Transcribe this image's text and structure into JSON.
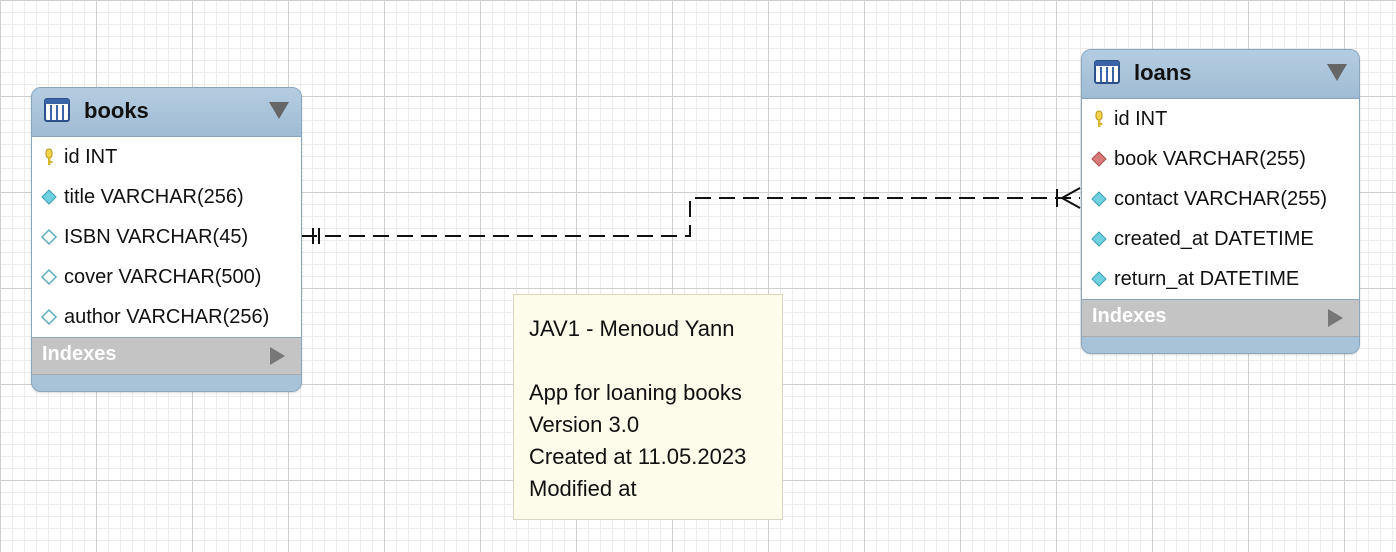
{
  "tables": {
    "books": {
      "name": "books",
      "columns": [
        {
          "label": "id INT",
          "icon": "primary-key-icon"
        },
        {
          "label": "title VARCHAR(256)",
          "icon": "not-null-column-icon"
        },
        {
          "label": "ISBN VARCHAR(45)",
          "icon": "nullable-column-icon"
        },
        {
          "label": "cover VARCHAR(500)",
          "icon": "nullable-column-icon"
        },
        {
          "label": "author VARCHAR(256)",
          "icon": "nullable-column-icon"
        }
      ],
      "indexes_label": "Indexes"
    },
    "loans": {
      "name": "loans",
      "columns": [
        {
          "label": "id INT",
          "icon": "primary-key-icon"
        },
        {
          "label": "book VARCHAR(255)",
          "icon": "foreign-key-icon"
        },
        {
          "label": "contact VARCHAR(255)",
          "icon": "not-null-column-icon"
        },
        {
          "label": "created_at DATETIME",
          "icon": "not-null-column-icon"
        },
        {
          "label": "return_at DATETIME",
          "icon": "not-null-column-icon"
        }
      ],
      "indexes_label": "Indexes"
    }
  },
  "note": {
    "lines": [
      "JAV1 - Menoud Yann",
      "",
      "App for loaning books",
      "Version 3.0",
      "Created at 11.05.2023",
      "Modified at"
    ]
  },
  "relationship": {
    "from": "books",
    "to": "loans",
    "cardinality_from": "one",
    "cardinality_to": "many",
    "style": "dashed"
  },
  "colors": {
    "header": "#a8c2d8",
    "indexes": "#c4c4c4",
    "note": "#fdfbe9",
    "key": "#f2d34a",
    "column_diamond": "#6fd0e0",
    "fk_diamond": "#d97a7a"
  }
}
